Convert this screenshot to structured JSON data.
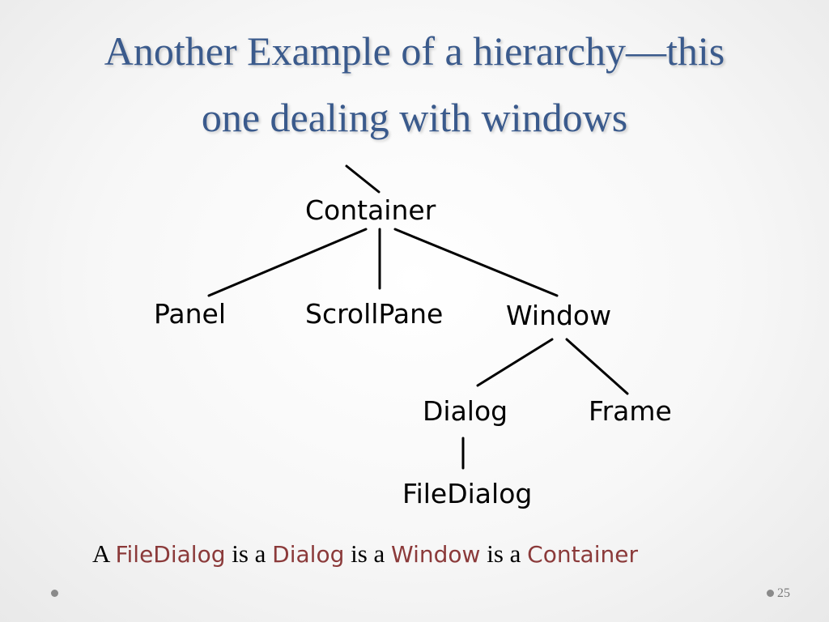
{
  "slide": {
    "title_line1": "Another Example of a hierarchy—this",
    "title_line2": "one dealing with windows",
    "page_number": "25"
  },
  "tree": {
    "nodes": {
      "container": "Container",
      "panel": "Panel",
      "scrollpane": "ScrollPane",
      "window": "Window",
      "dialog": "Dialog",
      "frame": "Frame",
      "filedialog": "FileDialog"
    },
    "edges": [
      [
        "container",
        "panel"
      ],
      [
        "container",
        "scrollpane"
      ],
      [
        "container",
        "window"
      ],
      [
        "window",
        "dialog"
      ],
      [
        "window",
        "frame"
      ],
      [
        "dialog",
        "filedialog"
      ]
    ]
  },
  "caption": {
    "article": "A",
    "class1": "FileDialog",
    "isa1": "is a",
    "class2": "Dialog",
    "isa2": "is a",
    "class3": "Window",
    "isa3": "is a",
    "class4": "Container",
    "class_color": "#8b3a3a"
  },
  "colors": {
    "title": "#3a5a8c",
    "lines": "#000000"
  }
}
